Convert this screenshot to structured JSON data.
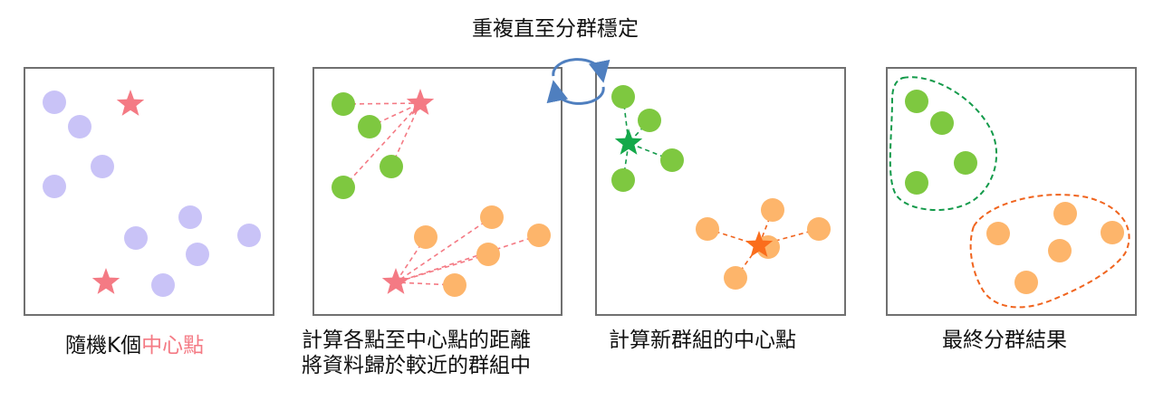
{
  "title": "重複直至分群穩定",
  "colors": {
    "unassigned": "#c9c3f7",
    "green": "#7ec840",
    "orange": "#fdb56b",
    "star_red": "#f47a84",
    "star_green": "#14a94a",
    "star_orange": "#fa6d1c",
    "line_red": "#f47a84",
    "line_green": "#139a4a",
    "line_orange": "#f0641e",
    "frame": "#707070",
    "cycle_arrow": "#4f7fbf",
    "highlight_text": "#f47a84"
  },
  "panels": [
    {
      "id": "step1",
      "caption_parts": [
        "隨機K個",
        "中心點"
      ],
      "icon": "star-icon"
    },
    {
      "id": "step2",
      "caption_lines": [
        "計算各點至中心點的距離",
        "將資料歸於較近的群組中"
      ],
      "icon": "star-icon"
    },
    {
      "id": "step3",
      "caption_lines": [
        "計算新群組的中心點"
      ],
      "icon": "star-icon"
    },
    {
      "id": "step4",
      "caption_lines": [
        "最終分群結果"
      ]
    }
  ],
  "cycle_icon": "refresh-cycle-icon"
}
